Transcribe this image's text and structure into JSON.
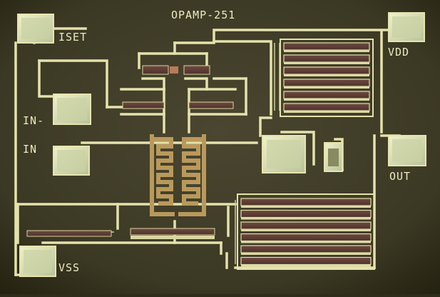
{
  "die": {
    "title": "OPAMP-251",
    "pins": {
      "iset": "ISET",
      "vdd": "VDD",
      "in_minus": "IN-",
      "in": "IN",
      "out": "OUT",
      "vss": "VSS"
    }
  },
  "colors": {
    "substrate": "#3b3824",
    "metal": "#e6e4ae",
    "pad_center": "#c9d2a4",
    "poly": "#5e3d35",
    "cap": "#b9995b",
    "label": "#ecebc0"
  }
}
